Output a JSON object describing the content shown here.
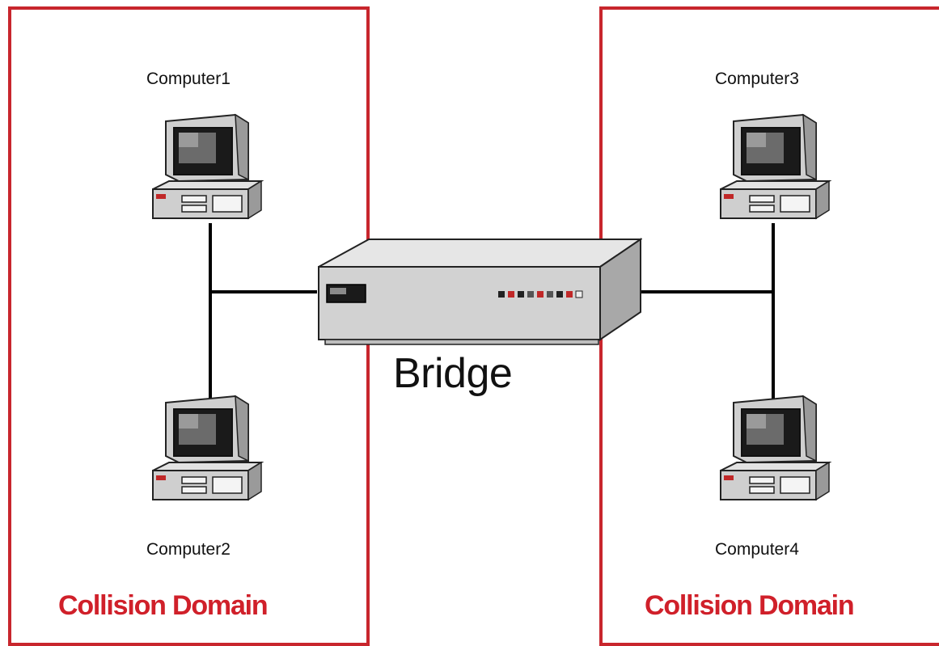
{
  "diagram": {
    "bridge": {
      "label": "Bridge"
    },
    "domains": [
      {
        "label": "Collision Domain"
      },
      {
        "label": "Collision Domain"
      }
    ],
    "computers": [
      {
        "label": "Computer1"
      },
      {
        "label": "Computer2"
      },
      {
        "label": "Computer3"
      },
      {
        "label": "Computer4"
      }
    ],
    "colors": {
      "domain_border": "#c8262d",
      "domain_label": "#d0202a",
      "wire": "#000000",
      "device_body": "#d4d4d4"
    },
    "icons": {
      "computer": "desktop-computer-icon",
      "bridge": "network-bridge-icon"
    }
  }
}
